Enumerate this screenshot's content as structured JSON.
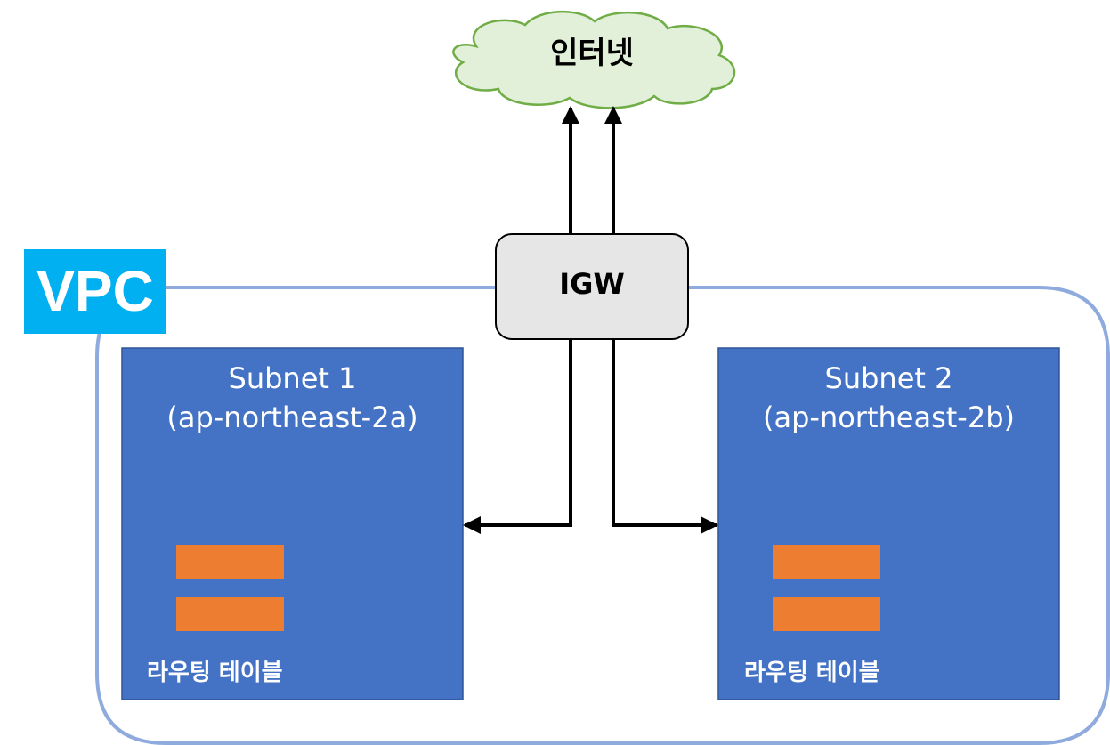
{
  "internet": {
    "label": "인터넷"
  },
  "vpc": {
    "label": "VPC"
  },
  "igw": {
    "label": "IGW"
  },
  "subnets": [
    {
      "name": "Subnet 1",
      "zone": "(ap-northeast-2a)",
      "route_table": "라우팅 테이블"
    },
    {
      "name": "Subnet 2",
      "zone": "(ap-northeast-2b)",
      "route_table": "라우팅 테이블"
    }
  ],
  "colors": {
    "vpc_border": "#8faadc",
    "vpc_badge": "#00b0f0",
    "subnet_fill": "#4472c4",
    "subnet_border": "#2f5597",
    "route_bar": "#ed7d31",
    "cloud_fill": "#e2f0d9",
    "cloud_stroke": "#70ad47",
    "igw_fill": "#e6e6e6"
  }
}
